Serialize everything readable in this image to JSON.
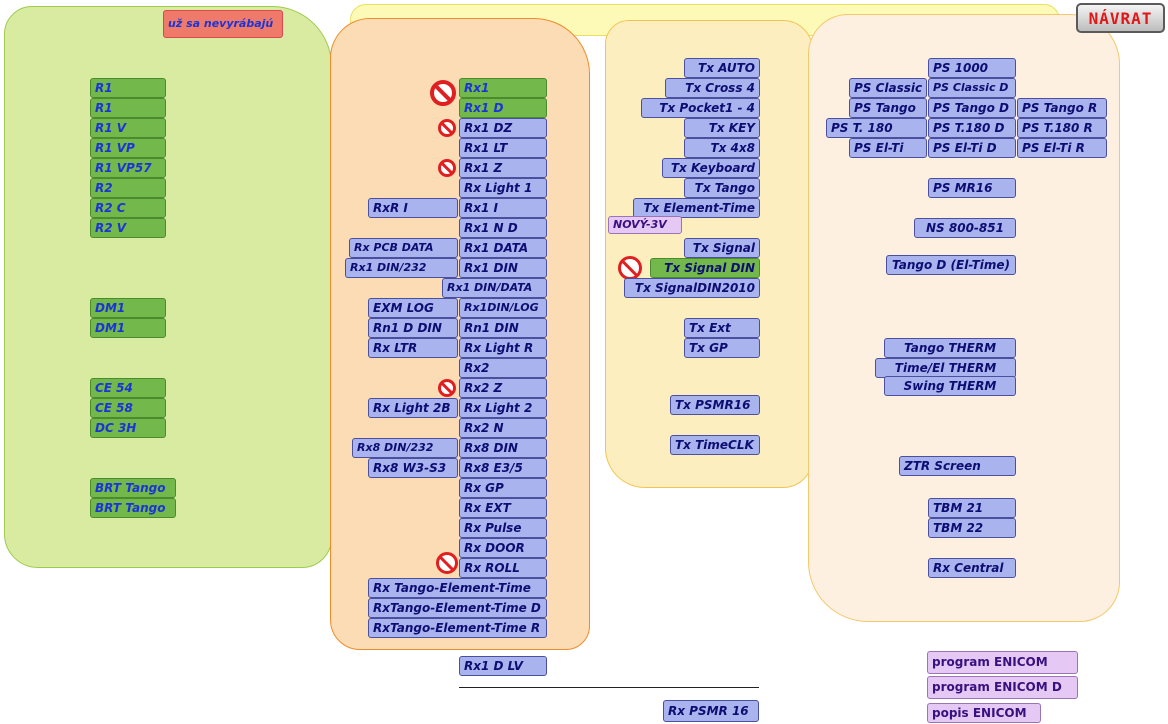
{
  "header": {
    "note": "už sa nevyrábajú",
    "back": "NÁVRAT"
  },
  "green": {
    "items": [
      "R1",
      "R1",
      "R1 V",
      "R1 VP",
      "R1 VP57",
      "R2",
      "R2 C",
      "R2 V",
      "DM1",
      "DM1",
      "CE 54",
      "CE 58",
      "DC 3H",
      "BRT Tango",
      "BRT Tango"
    ]
  },
  "receivers": {
    "main": [
      "Rx1",
      "Rx1 D",
      "Rx1 DZ",
      "Rx1 LT",
      "Rx1 Z",
      "Rx Light 1",
      "Rx1 I",
      "Rx1 N D",
      "Rx1 DATA",
      "Rx1 DIN",
      "Rx1 DIN/DATA",
      "Rx1DIN/LOG",
      "Rn1 DIN",
      "Rx Light R",
      "Rx2",
      "Rx2 Z",
      "Rx Light 2",
      "Rx2 N",
      "Rx8 DIN",
      "Rx8 E3/5",
      "Rx GP",
      "Rx EXT",
      "Rx Pulse",
      "Rx DOOR",
      "Rx ROLL"
    ],
    "side": [
      "RxR I",
      "Rx PCB DATA",
      "Rx1 DIN/232",
      "EXM LOG",
      "Rn1 D DIN",
      "Rx LTR",
      "Rx Light 2B",
      "Rx8 DIN/232",
      "Rx8 W3-S3"
    ],
    "wide": [
      "Rx Tango-Element-Time",
      "RxTango-Element-Time D",
      "RxTango-Element-Time R"
    ],
    "extra": [
      "Rx1 D LV",
      "Rx PSMR 16"
    ]
  },
  "transmitters": {
    "items": [
      "Tx AUTO",
      "Tx Cross 4",
      "Tx Pocket1 - 4",
      "Tx KEY",
      "Tx 4x8",
      "Tx Keyboard",
      "Tx Tango",
      "Tx Element-Time",
      "NOVÝ-3V",
      "Tx Signal",
      "Tx Signal DIN",
      "Tx SignalDIN2010",
      "Tx Ext",
      "Tx GP",
      "Tx PSMR16",
      "Tx TimeCLK"
    ]
  },
  "sensors": {
    "items": [
      "PS 1000",
      "PS Classic",
      "PS Classic D",
      "PS Tango",
      "PS Tango D",
      "PS Tango R",
      "PS T. 180",
      "PS T.180 D",
      "PS T.180 R",
      "PS El-Ti",
      "PS El-Ti D",
      "PS El-Ti R",
      "PS MR16",
      "NS 800-851",
      "Tango D (El-Time)",
      "Tango THERM",
      "Time/El THERM",
      "Swing THERM",
      "ZTR Screen",
      "TBM 21",
      "TBM 22",
      "Rx Central"
    ]
  },
  "software": {
    "items": [
      "program ENICOM",
      "program ENICOM D",
      "popis ENICOM"
    ]
  },
  "colors": {
    "green_zone": "#d9eba0",
    "orange_zone": "#fbdcb4",
    "yellow_zone": "#fdeec0",
    "cream_zone": "#fdf0e0",
    "button_blue": "#a9b4ef",
    "button_green": "#73b84a",
    "button_purple": "#e6c8f4",
    "ban_red": "#e02020",
    "back_text": "#e01818"
  },
  "icons": {
    "discontinued": "no-entry-icon"
  }
}
